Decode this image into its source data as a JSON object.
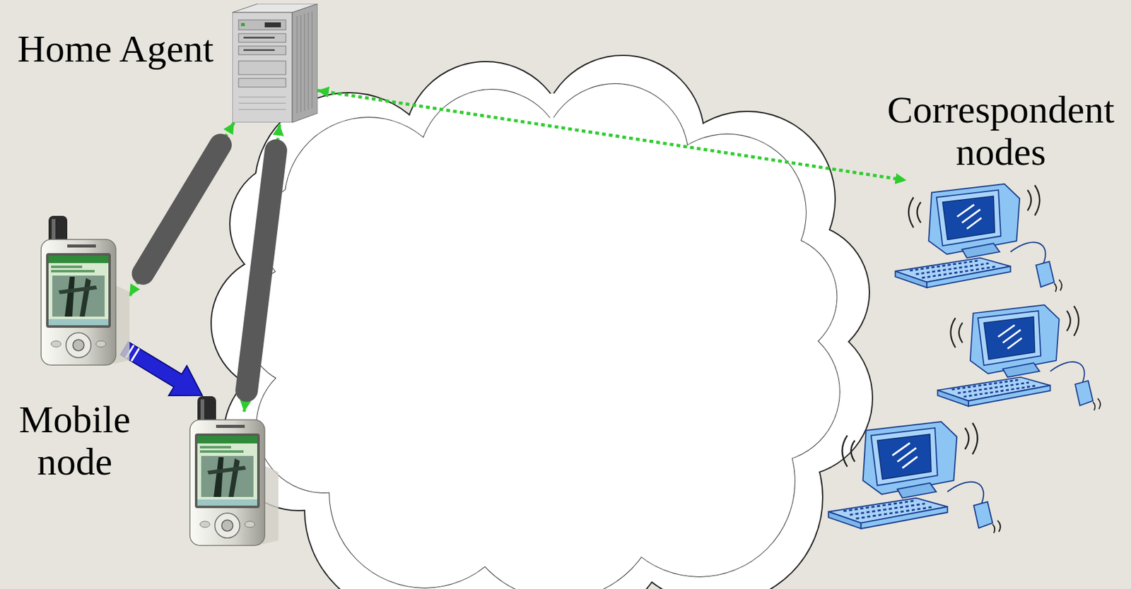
{
  "diagram": {
    "nodes": [
      {
        "text": [
          "Home Agent"
        ]
      },
      {
        "text": [
          "Mobile node"
        ]
      },
      {
        "text": [
          "Correspondent nodes"
        ]
      }
    ],
    "edges": [
      {
        "from": 0,
        "to": 2,
        "arrow": "both"
      },
      {
        "from": 0,
        "to": 1,
        "arrow": "both"
      }
    ]
  }
}
